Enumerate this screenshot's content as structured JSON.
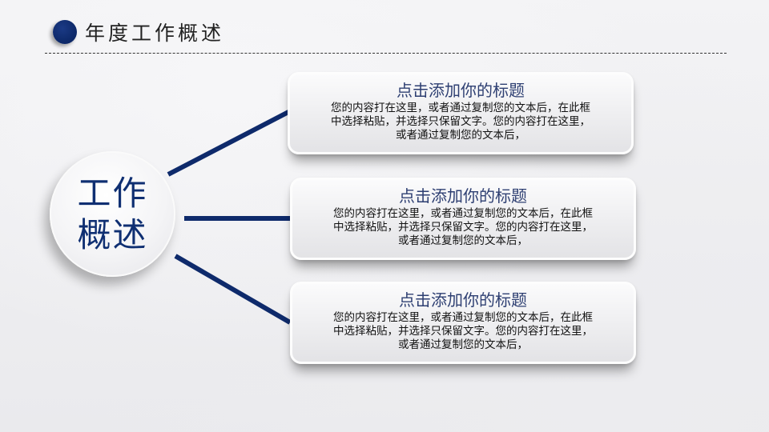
{
  "header": {
    "title": "年度工作概述",
    "accent_color": "#0e2a6b"
  },
  "hub": {
    "line1": "工作",
    "line2": "概述",
    "text_color": "#0f2f72"
  },
  "connector_color": "#0e2a6b",
  "cards": [
    {
      "title": "点击添加你的标题",
      "body_lines": [
        "您的内容打在这里，或者通过复制您的文本后，在此框",
        "中选择粘贴，并选择只保留文字。您的内容打在这里，",
        "或者通过复制您的文本后，"
      ]
    },
    {
      "title": "点击添加你的标题",
      "body_lines": [
        "您的内容打在这里，或者通过复制您的文本后，在此框",
        "中选择粘贴，并选择只保留文字。您的内容打在这里，",
        "或者通过复制您的文本后，"
      ]
    },
    {
      "title": "点击添加你的标题",
      "body_lines": [
        "您的内容打在这里，或者通过复制您的文本后，在此框",
        "中选择粘贴，并选择只保留文字。您的内容打在这里，",
        "或者通过复制您的文本后，"
      ]
    }
  ]
}
